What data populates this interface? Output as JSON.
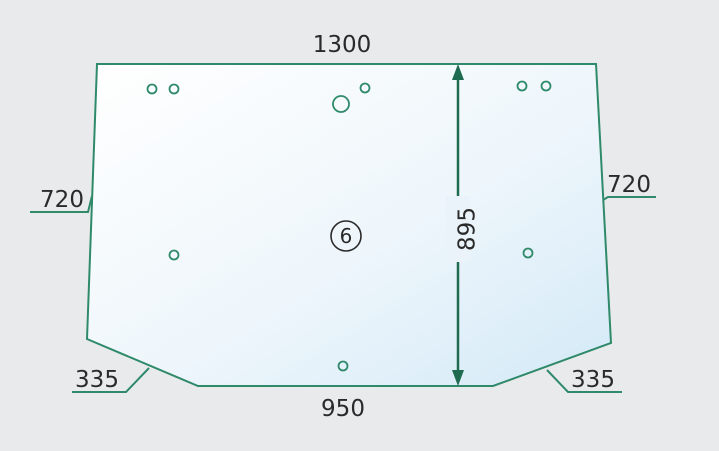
{
  "diagram": {
    "top_width": "1300",
    "bottom_width": "950",
    "left_height": "720",
    "right_height": "720",
    "left_chamfer": "335",
    "right_chamfer": "335",
    "total_height": "895",
    "part_number": "6"
  },
  "colors": {
    "background": "#e9eaec",
    "outline": "#2f8a6a",
    "arrow": "#1f6b4f",
    "glass_light": "#ffffff",
    "glass_tint": "#d8ecf8"
  }
}
